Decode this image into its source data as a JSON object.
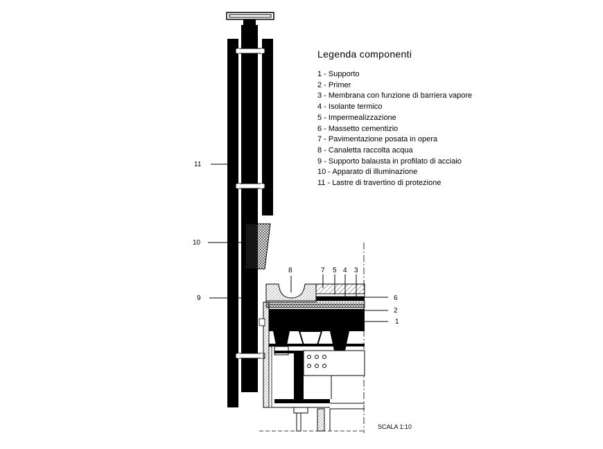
{
  "legend": {
    "title": "Legenda componenti",
    "items": [
      "1 - Supporto",
      "2 - Primer",
      "3 - Membrana con funzione di barriera vapore",
      "4 - Isolante termico",
      "5 - Impermealizzazione",
      "6 - Massetto cementizio",
      "7 - Pavimentazione posata in opera",
      "8 - Canaletta raccolta acqua",
      "9 - Supporto balausta in profilato di acciaio",
      "10 - Apparato di illuminazione",
      "11 - Lastre di travertino di protezione"
    ]
  },
  "callouts": {
    "c1": "1",
    "c2": "2",
    "c3": "3",
    "c4": "4",
    "c5": "5",
    "c6": "6",
    "c7": "7",
    "c8": "8",
    "c9": "9",
    "c10": "10",
    "c11": "11"
  },
  "scale_label": "SCALA 1:10",
  "colors": {
    "ink": "#000000",
    "hatch": "#666666",
    "light_fill": "#d9d9d9",
    "paper": "#ffffff"
  }
}
